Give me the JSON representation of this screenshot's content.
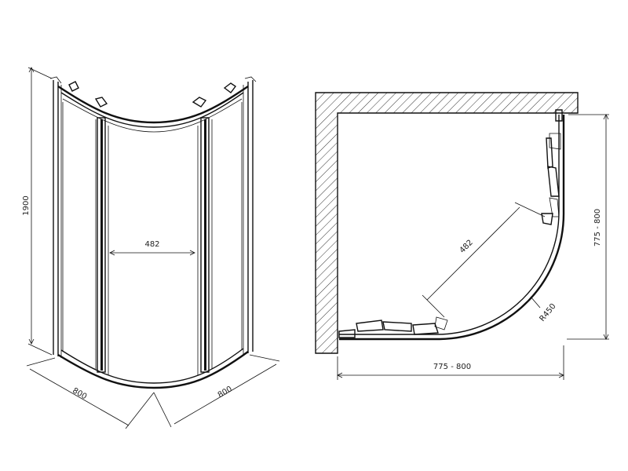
{
  "perspective_view": {
    "height_dim": "1900",
    "door_opening_dim": "482",
    "depth_dim_left": "800",
    "width_dim_right": "800"
  },
  "plan_view": {
    "door_opening_dim": "482",
    "radius_dim": "R450",
    "width_dim": "775 - 800",
    "depth_dim": "775 - 800"
  }
}
